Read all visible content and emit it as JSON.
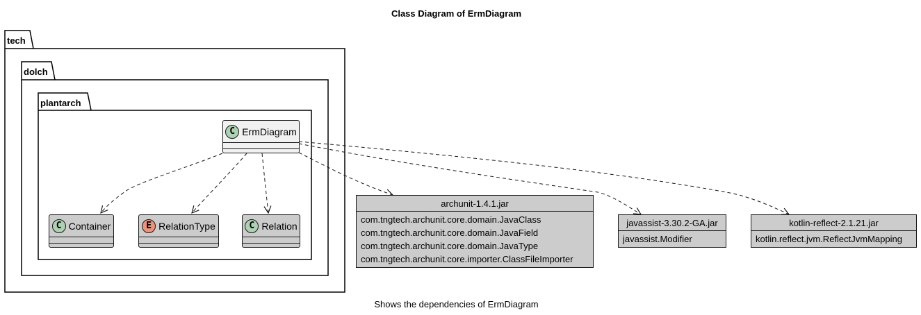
{
  "diagram": {
    "title": "Class Diagram of ErmDiagram",
    "caption": "Shows the dependencies of ErmDiagram"
  },
  "packages": [
    {
      "name": "tech"
    },
    {
      "name": "dolch"
    },
    {
      "name": "plantarch"
    }
  ],
  "classes": {
    "erm_diagram": {
      "name": "ErmDiagram",
      "stereotype_letter": "C",
      "kind": "class"
    },
    "container": {
      "name": "Container",
      "stereotype_letter": "C",
      "kind": "class"
    },
    "relation_type": {
      "name": "RelationType",
      "stereotype_letter": "E",
      "kind": "enum"
    },
    "relation": {
      "name": "Relation",
      "stereotype_letter": "C",
      "kind": "class"
    }
  },
  "jars": {
    "archunit": {
      "name": "archunit-1.4.1.jar",
      "items": [
        "com.tngtech.archunit.core.domain.JavaClass",
        "com.tngtech.archunit.core.domain.JavaField",
        "com.tngtech.archunit.core.domain.JavaType",
        "com.tngtech.archunit.core.importer.ClassFileImporter"
      ]
    },
    "javassist": {
      "name": "javassist-3.30.2-GA.jar",
      "items": [
        "javassist.Modifier"
      ]
    },
    "kotlin_reflect": {
      "name": "kotlin-reflect-2.1.21.jar",
      "items": [
        "kotlin.reflect.jvm.ReflectJvmMapping"
      ]
    }
  },
  "colors": {
    "class_circle": "#add1b2",
    "enum_circle": "#eb937f",
    "main_class_fill": "#f1f1f1",
    "class_fill": "#cccccc",
    "jar_fill": "#cccccc",
    "line": "#181818"
  }
}
